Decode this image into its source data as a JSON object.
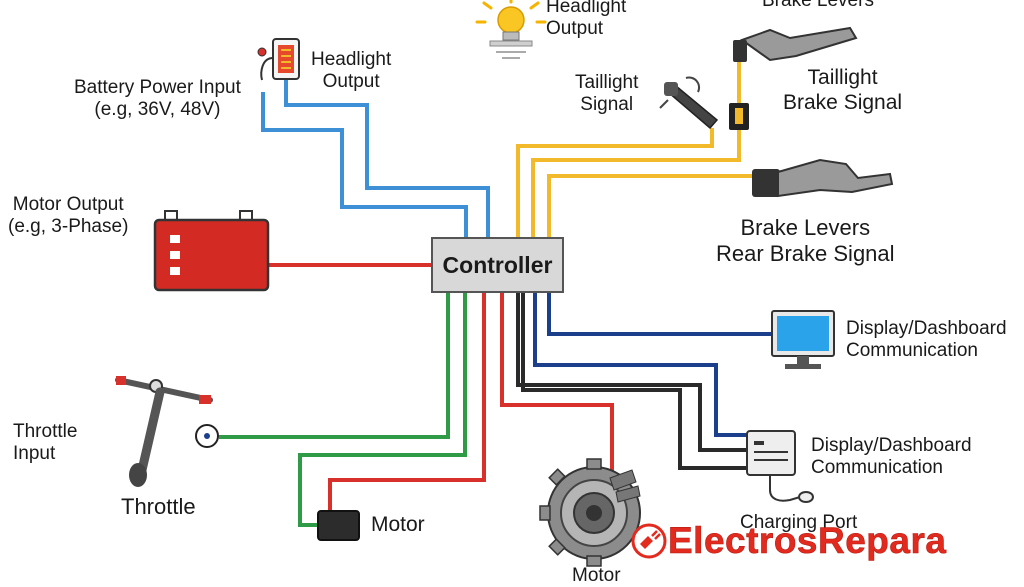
{
  "diagram": {
    "controller_label": "Controller",
    "labels": {
      "battery_power_input": [
        "Battery Power Input",
        "(e.g, 36V, 48V)"
      ],
      "headlight_output_left": [
        "Headlight",
        "Output"
      ],
      "headlight_output_top": [
        "Headlight",
        "Output"
      ],
      "brake_levers_top": [
        "Brake Levers"
      ],
      "taillight_signal": [
        "Taillight",
        "Signal"
      ],
      "taillight_brake_signal": [
        "Taillight",
        "Brake Signal"
      ],
      "motor_output": [
        "Motor Output",
        "(e.g, 3-Phase)"
      ],
      "brake_levers_rear": [
        "Brake Levers",
        "Rear Brake Signal"
      ],
      "display_dashboard_1": [
        "Display/Dashboard",
        "Communication"
      ],
      "display_dashboard_2": [
        "Display/Dashboard",
        "Communication"
      ],
      "throttle_input": [
        "Throttle",
        "Input"
      ],
      "throttle": [
        "Throttle"
      ],
      "motor": [
        "Motor"
      ],
      "charging_port": [
        "Charging Port"
      ],
      "motor_bottom": [
        "Motor"
      ]
    },
    "wire_colors": {
      "blue": "#3d8fd6",
      "yellow": "#f2b92b",
      "red": "#d8302a",
      "green": "#2f9b46",
      "navy": "#1c3f8c",
      "black": "#2a2a2a"
    },
    "icons": [
      "lightbulb-icon",
      "flashlight-icon",
      "brake-lever-icon",
      "taillight-icon",
      "battery-icon",
      "monitor-icon",
      "dashboard-unit-icon",
      "scooter-throttle-icon",
      "motor-block-icon",
      "motor-gear-icon",
      "logo-plug-icon"
    ]
  },
  "brand": {
    "name": "ElectrosRepara",
    "color": "#e32a1e"
  }
}
